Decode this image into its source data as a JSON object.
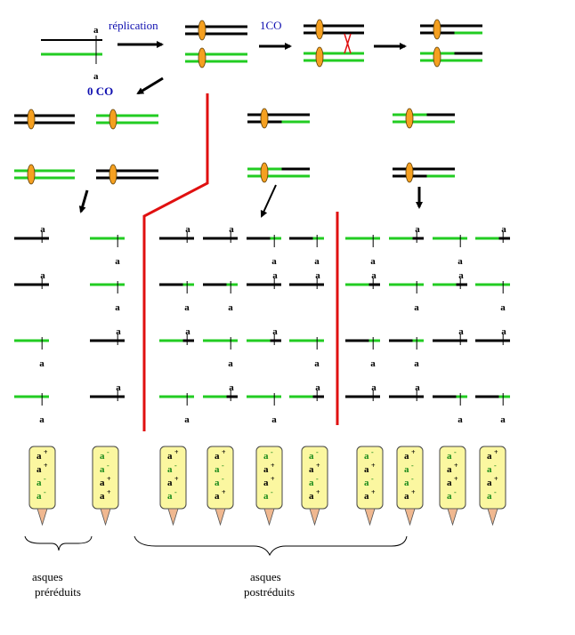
{
  "colors": {
    "black_chromatid": "#000000",
    "green_chromatid": "#22cc22",
    "centromere": "#f5a020",
    "centromere_stroke": "#5a3a00",
    "separator": "#e01010",
    "crossover": "#e01010",
    "label_blue": "#1010b0",
    "ascus_fill": "#fbf7a0",
    "ascus_stroke": "#444444",
    "ascus_stalk": "#f0b890",
    "allele_plus": "#000000",
    "allele_minus": "#1a8a1a"
  },
  "labels": {
    "replication": "réplication",
    "one_co": "1CO",
    "zero_co": "0 CO",
    "locus": "a",
    "prereduced_line1": "asques",
    "prereduced_line2": "préréduits",
    "postreduced_line1": "asques",
    "postreduced_line2": "postréduits"
  },
  "top_row": {
    "parent_pair": [
      "black",
      "green"
    ],
    "replicated": [
      [
        "black",
        "black"
      ],
      [
        "green",
        "green"
      ]
    ],
    "crossover_pair": [
      [
        "black",
        "black"
      ],
      [
        "green",
        "green"
      ]
    ],
    "recombined": [
      [
        "black",
        "black-green"
      ],
      [
        "green-black",
        "green"
      ]
    ]
  },
  "anaphase_configs": [
    {
      "name": "0CO",
      "top": [
        [
          "black",
          "black"
        ],
        [
          "green",
          "green"
        ]
      ],
      "bottom": [
        [
          "green",
          "green"
        ],
        [
          "black",
          "black"
        ]
      ]
    },
    {
      "name": "1CO-a",
      "top": [
        [
          "black",
          "black-green"
        ]
      ],
      "bottom": [
        [
          "green-black",
          "green"
        ]
      ]
    },
    {
      "name": "1CO-b",
      "top": [
        [
          "green-black",
          "green"
        ]
      ],
      "bottom": [
        [
          "black",
          "black-green"
        ]
      ]
    }
  ],
  "spore_groups": [
    {
      "name": "prereduced",
      "columns": [
        [
          "black-up",
          "black-up",
          "green-down",
          "green-down"
        ],
        [
          "green-down",
          "green-down",
          "black-up",
          "black-up"
        ]
      ]
    },
    {
      "name": "postreduced-left",
      "columns": [
        [
          "black-up",
          "black+green-down",
          "green+black-up",
          "green-down"
        ],
        [
          "black-up",
          "black+green-down",
          "green-down",
          "green+black-up"
        ],
        [
          "black+green-down",
          "black-up",
          "green+black-up",
          "green-down"
        ],
        [
          "black+green-down",
          "black-up",
          "green-down",
          "green+black-up"
        ]
      ]
    },
    {
      "name": "postreduced-right",
      "columns": [
        [
          "green-down",
          "green+black-up",
          "black+green-down",
          "black-up"
        ],
        [
          "green+black-up",
          "green-down",
          "black+green-down",
          "black-up"
        ],
        [
          "green-down",
          "green+black-up",
          "black-up",
          "black+green-down"
        ],
        [
          "green+black-up",
          "green-down",
          "black-up",
          "black+green-down"
        ]
      ]
    }
  ],
  "asci": [
    [
      "+",
      "+",
      "-",
      "-"
    ],
    [
      "-",
      "-",
      "+",
      "+"
    ],
    [
      "+",
      "-",
      "+",
      "-"
    ],
    [
      "+",
      "-",
      "-",
      "+"
    ],
    [
      "-",
      "+",
      "+",
      "-"
    ],
    [
      "-",
      "+",
      "-",
      "+"
    ],
    [
      "-",
      "+",
      "-",
      "+"
    ],
    [
      "+",
      "-",
      "-",
      "+"
    ],
    [
      "-",
      "+",
      "+",
      "-"
    ],
    [
      "+",
      "-",
      "+",
      "-"
    ]
  ],
  "allele_letter": "a"
}
